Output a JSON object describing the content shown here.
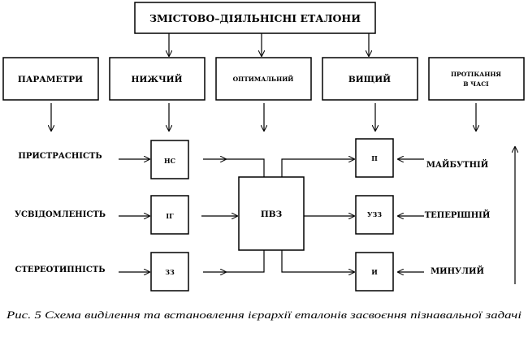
{
  "top": {
    "title": "ЗМІСТОВО–ДІЯЛЬНІСНІ ЕТАЛОНИ"
  },
  "columns": {
    "parameters": "ПАРАМЕТРИ",
    "lower": "НИЖЧИЙ",
    "optimal": "ОПТИМАЛЬНИЙ",
    "higher": "ВИЩИЙ",
    "time_flow_line1": "ПРОТІКАННЯ",
    "time_flow_line2": "В ЧАСІ"
  },
  "left_labels": {
    "passion": "ПРИСТРАСНІСТЬ",
    "awareness": "УСВІДОМЛЕНІСТЬ",
    "stereotype": "СТЕРЕОТИПНІСТЬ"
  },
  "left_boxes": {
    "ns": "НС",
    "ig": "ІГ",
    "zz": "ЗЗ"
  },
  "center_box": "ПВЗ",
  "right_boxes": {
    "p": "П",
    "uzz": "УЗЗ",
    "i": "И"
  },
  "right_labels": {
    "future": "МАЙБУТНІЙ",
    "present": "ТЕПЕРІШНІЙ",
    "past": "МИНУЛИЙ"
  },
  "caption": "Рис. 5 Схема виділення та встановлення ієрархії еталонів засвоєння пізнавальної задачі"
}
